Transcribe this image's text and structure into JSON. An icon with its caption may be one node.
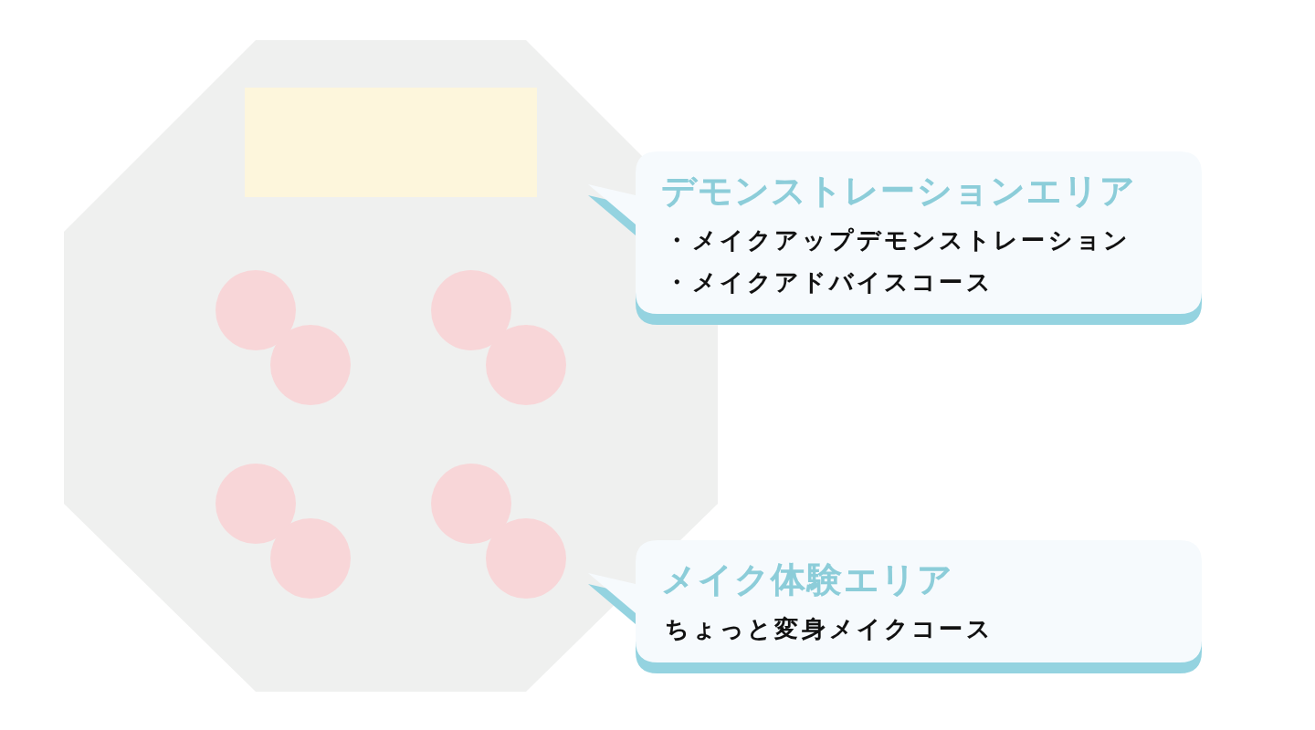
{
  "diagram": {
    "nodes": [
      {
        "text": [],
        "shape": "octagon"
      },
      {
        "text": [],
        "shape": "box",
        "in": 0
      },
      {
        "text": [],
        "shape": "circle",
        "in": 0
      },
      {
        "text": [],
        "shape": "circle",
        "in": 0
      },
      {
        "text": [],
        "shape": "circle",
        "in": 0
      },
      {
        "text": [],
        "shape": "circle",
        "in": 0
      },
      {
        "text": [],
        "shape": "circle",
        "in": 0
      },
      {
        "text": [],
        "shape": "circle",
        "in": 0
      },
      {
        "text": [],
        "shape": "circle",
        "in": 0
      },
      {
        "text": [],
        "shape": "circle",
        "in": 0
      },
      {
        "text": [
          "デモンストレーションエリア",
          "・メイクアップデモンストレーション",
          "・メイクアドバイスコース"
        ]
      },
      {
        "text": [
          "メイク体験エリア",
          "ちょっと変身メイクコース"
        ]
      }
    ]
  }
}
